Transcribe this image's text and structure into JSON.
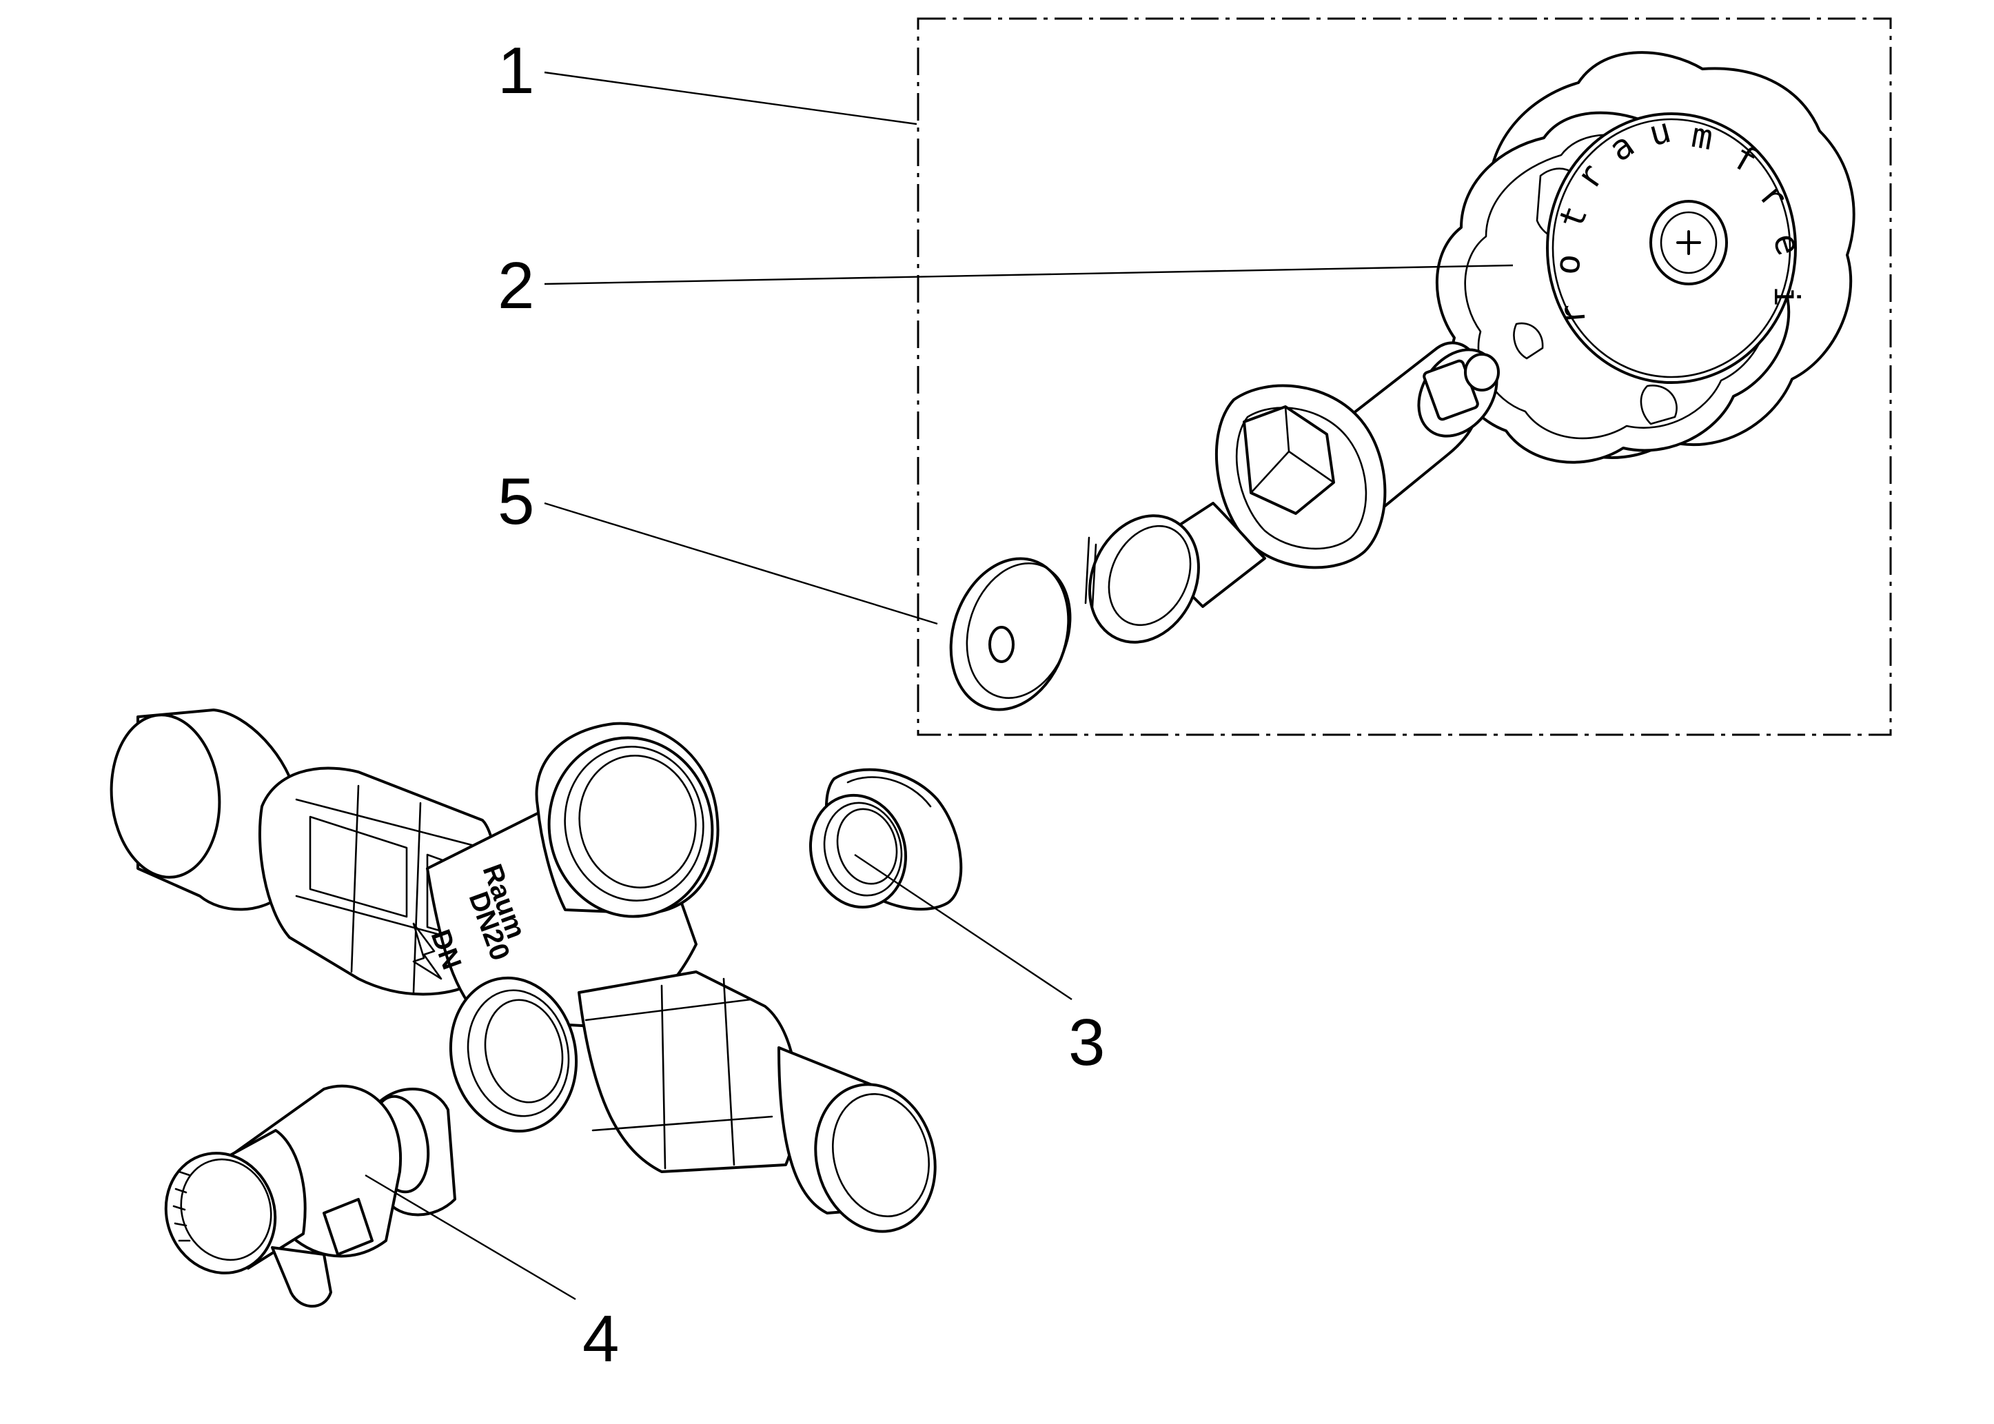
{
  "callouts": [
    {
      "id": "1",
      "label": "1"
    },
    {
      "id": "2",
      "label": "2"
    },
    {
      "id": "3",
      "label": "3"
    },
    {
      "id": "4",
      "label": "4"
    },
    {
      "id": "5",
      "label": "5"
    }
  ],
  "knob_text": {
    "letters": [
      "r",
      "o",
      "t",
      "r",
      "a",
      "u",
      "m",
      "f",
      "r",
      "e",
      "i"
    ]
  },
  "body_marking": {
    "brand": "Raum",
    "size": "DN20",
    "nominal": "DN"
  }
}
